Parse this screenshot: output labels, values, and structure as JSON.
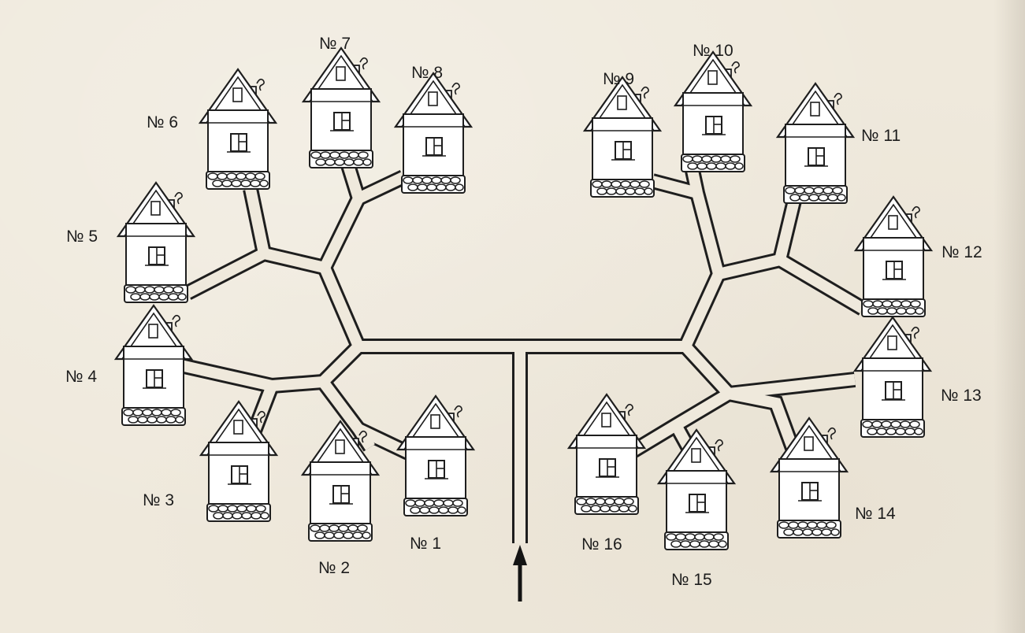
{
  "diagram": {
    "labels": [
      "№ 1",
      "№ 2",
      "№ 3",
      "№ 4",
      "№ 5",
      "№ 6",
      "№ 7",
      "№ 8",
      "№ 9",
      "№ 10",
      "№ 11",
      "№ 12",
      "№ 13",
      "№ 14",
      "№ 15",
      "№ 16"
    ],
    "entrance_icon": "arrow-up-icon",
    "colors": {
      "ink": "#1e1e1e",
      "paper": "#efe9dc"
    }
  }
}
